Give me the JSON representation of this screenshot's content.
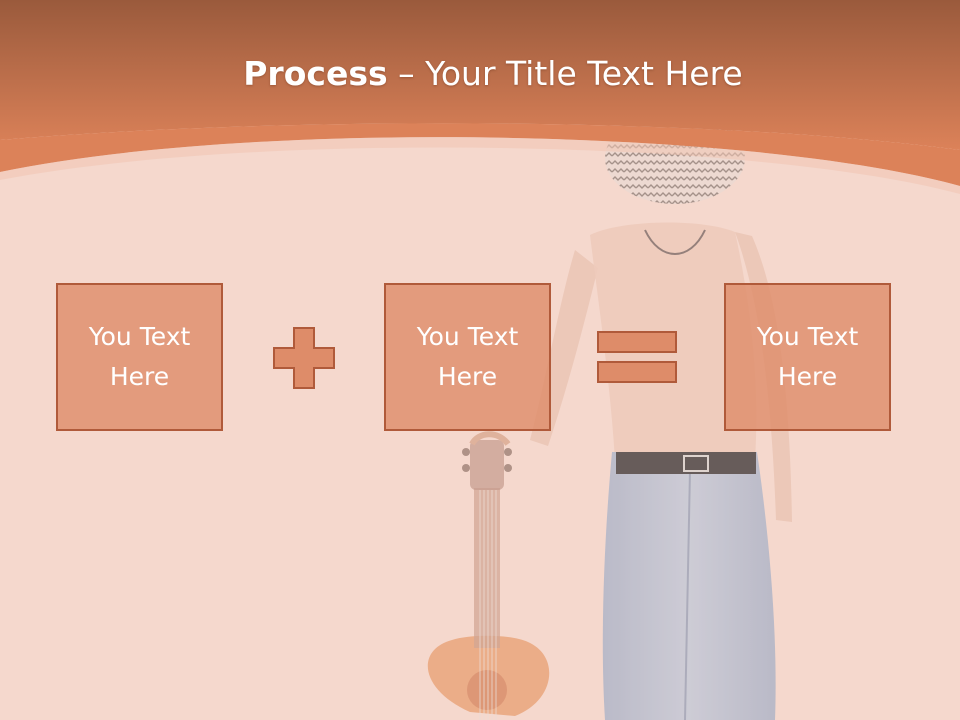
{
  "slide": {
    "title_bold": "Process",
    "title_rest": " – Your Title Text Here",
    "boxes": [
      {
        "line1": "You Text",
        "line2": "Here"
      },
      {
        "line1": "You Text",
        "line2": "Here"
      },
      {
        "line1": "You Text",
        "line2": "Here"
      }
    ],
    "operators": [
      "plus-icon",
      "equals-icon"
    ]
  },
  "colors": {
    "banner_top": "#9a5a3c",
    "banner_bottom": "#dc8259",
    "background": "#f4d6cb",
    "box_fill": "#de8c69",
    "box_border": "#b05a3a",
    "operator_fill": "#de8c69",
    "text": "#ffffff"
  }
}
